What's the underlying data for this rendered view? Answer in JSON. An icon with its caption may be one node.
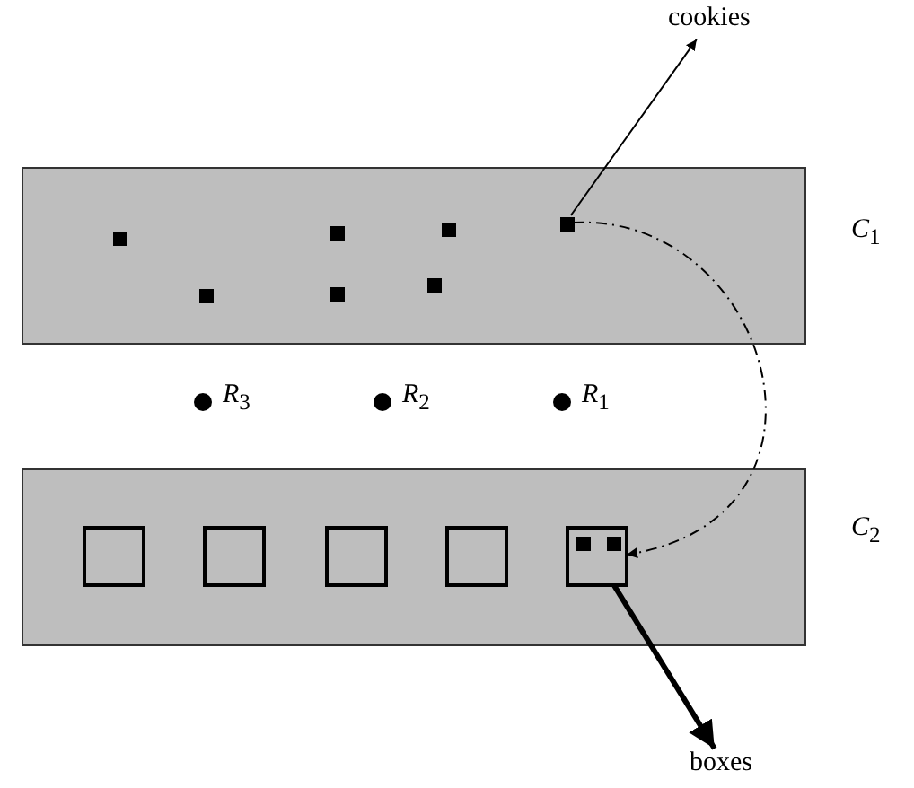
{
  "diagram": {
    "nodes": [
      {
        "text": [
          "*C*$_{1}$"
        ]
      },
      {
        "text": [],
        "shape": "box",
        "in": 0
      },
      {
        "text": [],
        "shape": "box",
        "in": 0
      },
      {
        "text": [],
        "shape": "box",
        "in": 0
      },
      {
        "text": [],
        "shape": "box",
        "in": 0
      },
      {
        "text": [],
        "shape": "box",
        "in": 0
      },
      {
        "text": [],
        "shape": "box",
        "in": 0
      },
      {
        "text": [],
        "shape": "box",
        "in": 0
      },
      {
        "text": [
          "cookies"
        ]
      },
      {
        "text": [],
        "shape": "circle",
        "beside": [
          "*R*$_{3}$"
        ]
      },
      {
        "text": [],
        "shape": "circle",
        "beside": [
          "*R*$_{2}$"
        ]
      },
      {
        "text": [],
        "shape": "circle",
        "beside": [
          "*R*$_{1}$"
        ]
      },
      {
        "text": [
          "*C*$_{2}$"
        ]
      },
      {
        "text": [],
        "shape": "box",
        "in": 12
      },
      {
        "text": [],
        "shape": "box",
        "in": 12
      },
      {
        "text": [],
        "shape": "box",
        "in": 12
      },
      {
        "text": [],
        "shape": "box",
        "in": 12
      },
      {
        "text": [],
        "shape": "box",
        "in": 12
      },
      {
        "text": [],
        "shape": "box",
        "in": 17
      },
      {
        "text": [],
        "shape": "box",
        "in": 17
      },
      {
        "text": [
          "boxes"
        ]
      }
    ],
    "edges": [
      {
        "from": 7,
        "to": 8,
        "arrow": "to"
      },
      {
        "from": 7,
        "to": 17,
        "arrow": "to",
        "style": "dashed"
      },
      {
        "from": 17,
        "to": 20,
        "arrow": "to",
        "style": "thick"
      }
    ]
  }
}
